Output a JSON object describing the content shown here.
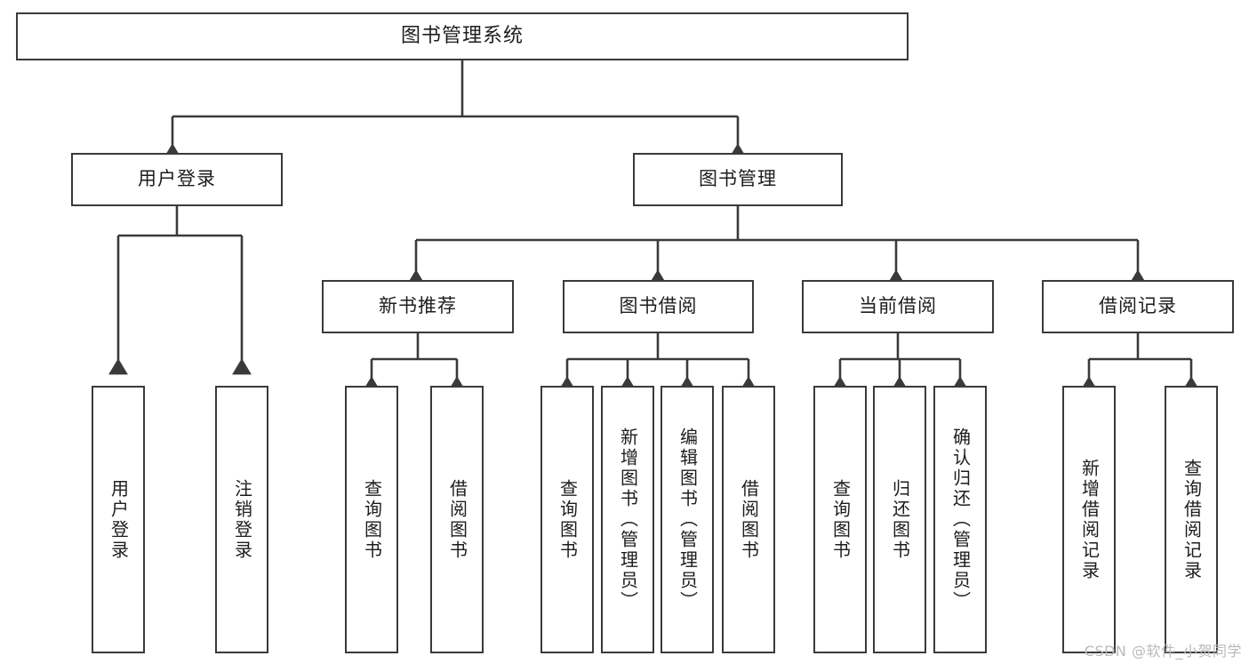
{
  "title": "图书管理系统",
  "watermark": "CSDN @软件_小贺同学",
  "colors": {
    "stroke": "#3a3a3a",
    "background": "#ffffff",
    "text": "#1d1d1d",
    "watermark": "#b9b9b9"
  },
  "nodes": {
    "root": {
      "label": "图书管理系统"
    },
    "level2": [
      {
        "label": "用户登录"
      },
      {
        "label": "图书管理"
      }
    ],
    "level3": [
      {
        "label": "新书推荐"
      },
      {
        "label": "图书借阅"
      },
      {
        "label": "当前借阅"
      },
      {
        "label": "借阅记录"
      }
    ],
    "leaves": [
      {
        "label": "用户登录"
      },
      {
        "label": "注销登录"
      },
      {
        "label": "查询图书"
      },
      {
        "label": "借阅图书"
      },
      {
        "label": "查询图书"
      },
      {
        "label": "新增图书（管理员）"
      },
      {
        "label": "编辑图书（管理员）"
      },
      {
        "label": "借阅图书"
      },
      {
        "label": "查询图书"
      },
      {
        "label": "归还图书"
      },
      {
        "label": "确认归还（管理员）"
      },
      {
        "label": "新增借阅记录"
      },
      {
        "label": "查询借阅记录"
      }
    ]
  },
  "chart_data": {
    "type": "diagram",
    "diagram_type": "tree",
    "title": "图书管理系统",
    "orientation": "top-down",
    "tree": {
      "label": "图书管理系统",
      "children": [
        {
          "label": "用户登录",
          "children": [
            {
              "label": "用户登录"
            },
            {
              "label": "注销登录"
            }
          ]
        },
        {
          "label": "图书管理",
          "children": [
            {
              "label": "新书推荐",
              "children": [
                {
                  "label": "查询图书"
                },
                {
                  "label": "借阅图书"
                }
              ]
            },
            {
              "label": "图书借阅",
              "children": [
                {
                  "label": "查询图书"
                },
                {
                  "label": "新增图书（管理员）"
                },
                {
                  "label": "编辑图书（管理员）"
                },
                {
                  "label": "借阅图书"
                }
              ]
            },
            {
              "label": "当前借阅",
              "children": [
                {
                  "label": "查询图书"
                },
                {
                  "label": "归还图书"
                },
                {
                  "label": "确认归还（管理员）"
                }
              ]
            },
            {
              "label": "借阅记录",
              "children": [
                {
                  "label": "新增借阅记录"
                },
                {
                  "label": "查询借阅记录"
                }
              ]
            }
          ]
        }
      ]
    },
    "edges": [
      {
        "from": "图书管理系统",
        "to": "用户登录"
      },
      {
        "from": "图书管理系统",
        "to": "图书管理"
      },
      {
        "from": "用户登录",
        "to": "用户登录"
      },
      {
        "from": "用户登录",
        "to": "注销登录"
      },
      {
        "from": "图书管理",
        "to": "新书推荐"
      },
      {
        "from": "图书管理",
        "to": "图书借阅"
      },
      {
        "from": "图书管理",
        "to": "当前借阅"
      },
      {
        "from": "图书管理",
        "to": "借阅记录"
      },
      {
        "from": "新书推荐",
        "to": "查询图书"
      },
      {
        "from": "新书推荐",
        "to": "借阅图书"
      },
      {
        "from": "图书借阅",
        "to": "查询图书"
      },
      {
        "from": "图书借阅",
        "to": "新增图书（管理员）"
      },
      {
        "from": "图书借阅",
        "to": "编辑图书（管理员）"
      },
      {
        "from": "图书借阅",
        "to": "借阅图书"
      },
      {
        "from": "当前借阅",
        "to": "查询图书"
      },
      {
        "from": "当前借阅",
        "to": "归还图书"
      },
      {
        "from": "当前借阅",
        "to": "确认归还（管理员）"
      },
      {
        "from": "借阅记录",
        "to": "新增借阅记录"
      },
      {
        "from": "借阅记录",
        "to": "查询借阅记录"
      }
    ]
  }
}
